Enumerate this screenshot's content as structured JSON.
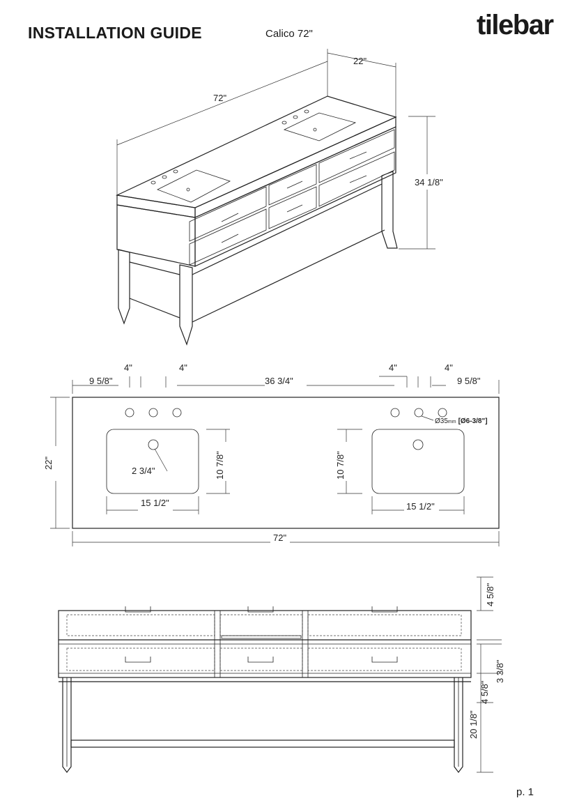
{
  "header": {
    "title": "INSTALLATION GUIDE",
    "model": "Calico 72\"",
    "brand": "tilebar"
  },
  "iso_view": {
    "width": "72\"",
    "depth": "22\"",
    "height": "34 1/8\""
  },
  "top_view": {
    "edge_left": "9 5/8\"",
    "hole_spacing_left_1": "4\"",
    "hole_spacing_left_2": "4\"",
    "center_spacing": "36 3/4\"",
    "hole_spacing_right_1": "4\"",
    "hole_spacing_right_2": "4\"",
    "edge_right": "9 5/8\"",
    "hole_diameter_mm": "Ø35",
    "hole_diameter_unit": "mm",
    "hole_diameter_in": "[Ø6-3/8\"]",
    "depth": "22\"",
    "drain_offset": "2 3/4\"",
    "basin_depth_left": "10 7/8\"",
    "basin_depth_right": "10 7/8\"",
    "basin_width_left": "15 1/2\"",
    "basin_width_right": "15 1/2\"",
    "overall_width": "72\""
  },
  "front_view": {
    "top_drawer_height": "4 5/8\"",
    "gap_height": "3 3/8\"",
    "bottom_drawer_height": "4 5/8\"",
    "leg_clearance": "20 1/8\""
  },
  "footer": {
    "page": "p. 1"
  }
}
